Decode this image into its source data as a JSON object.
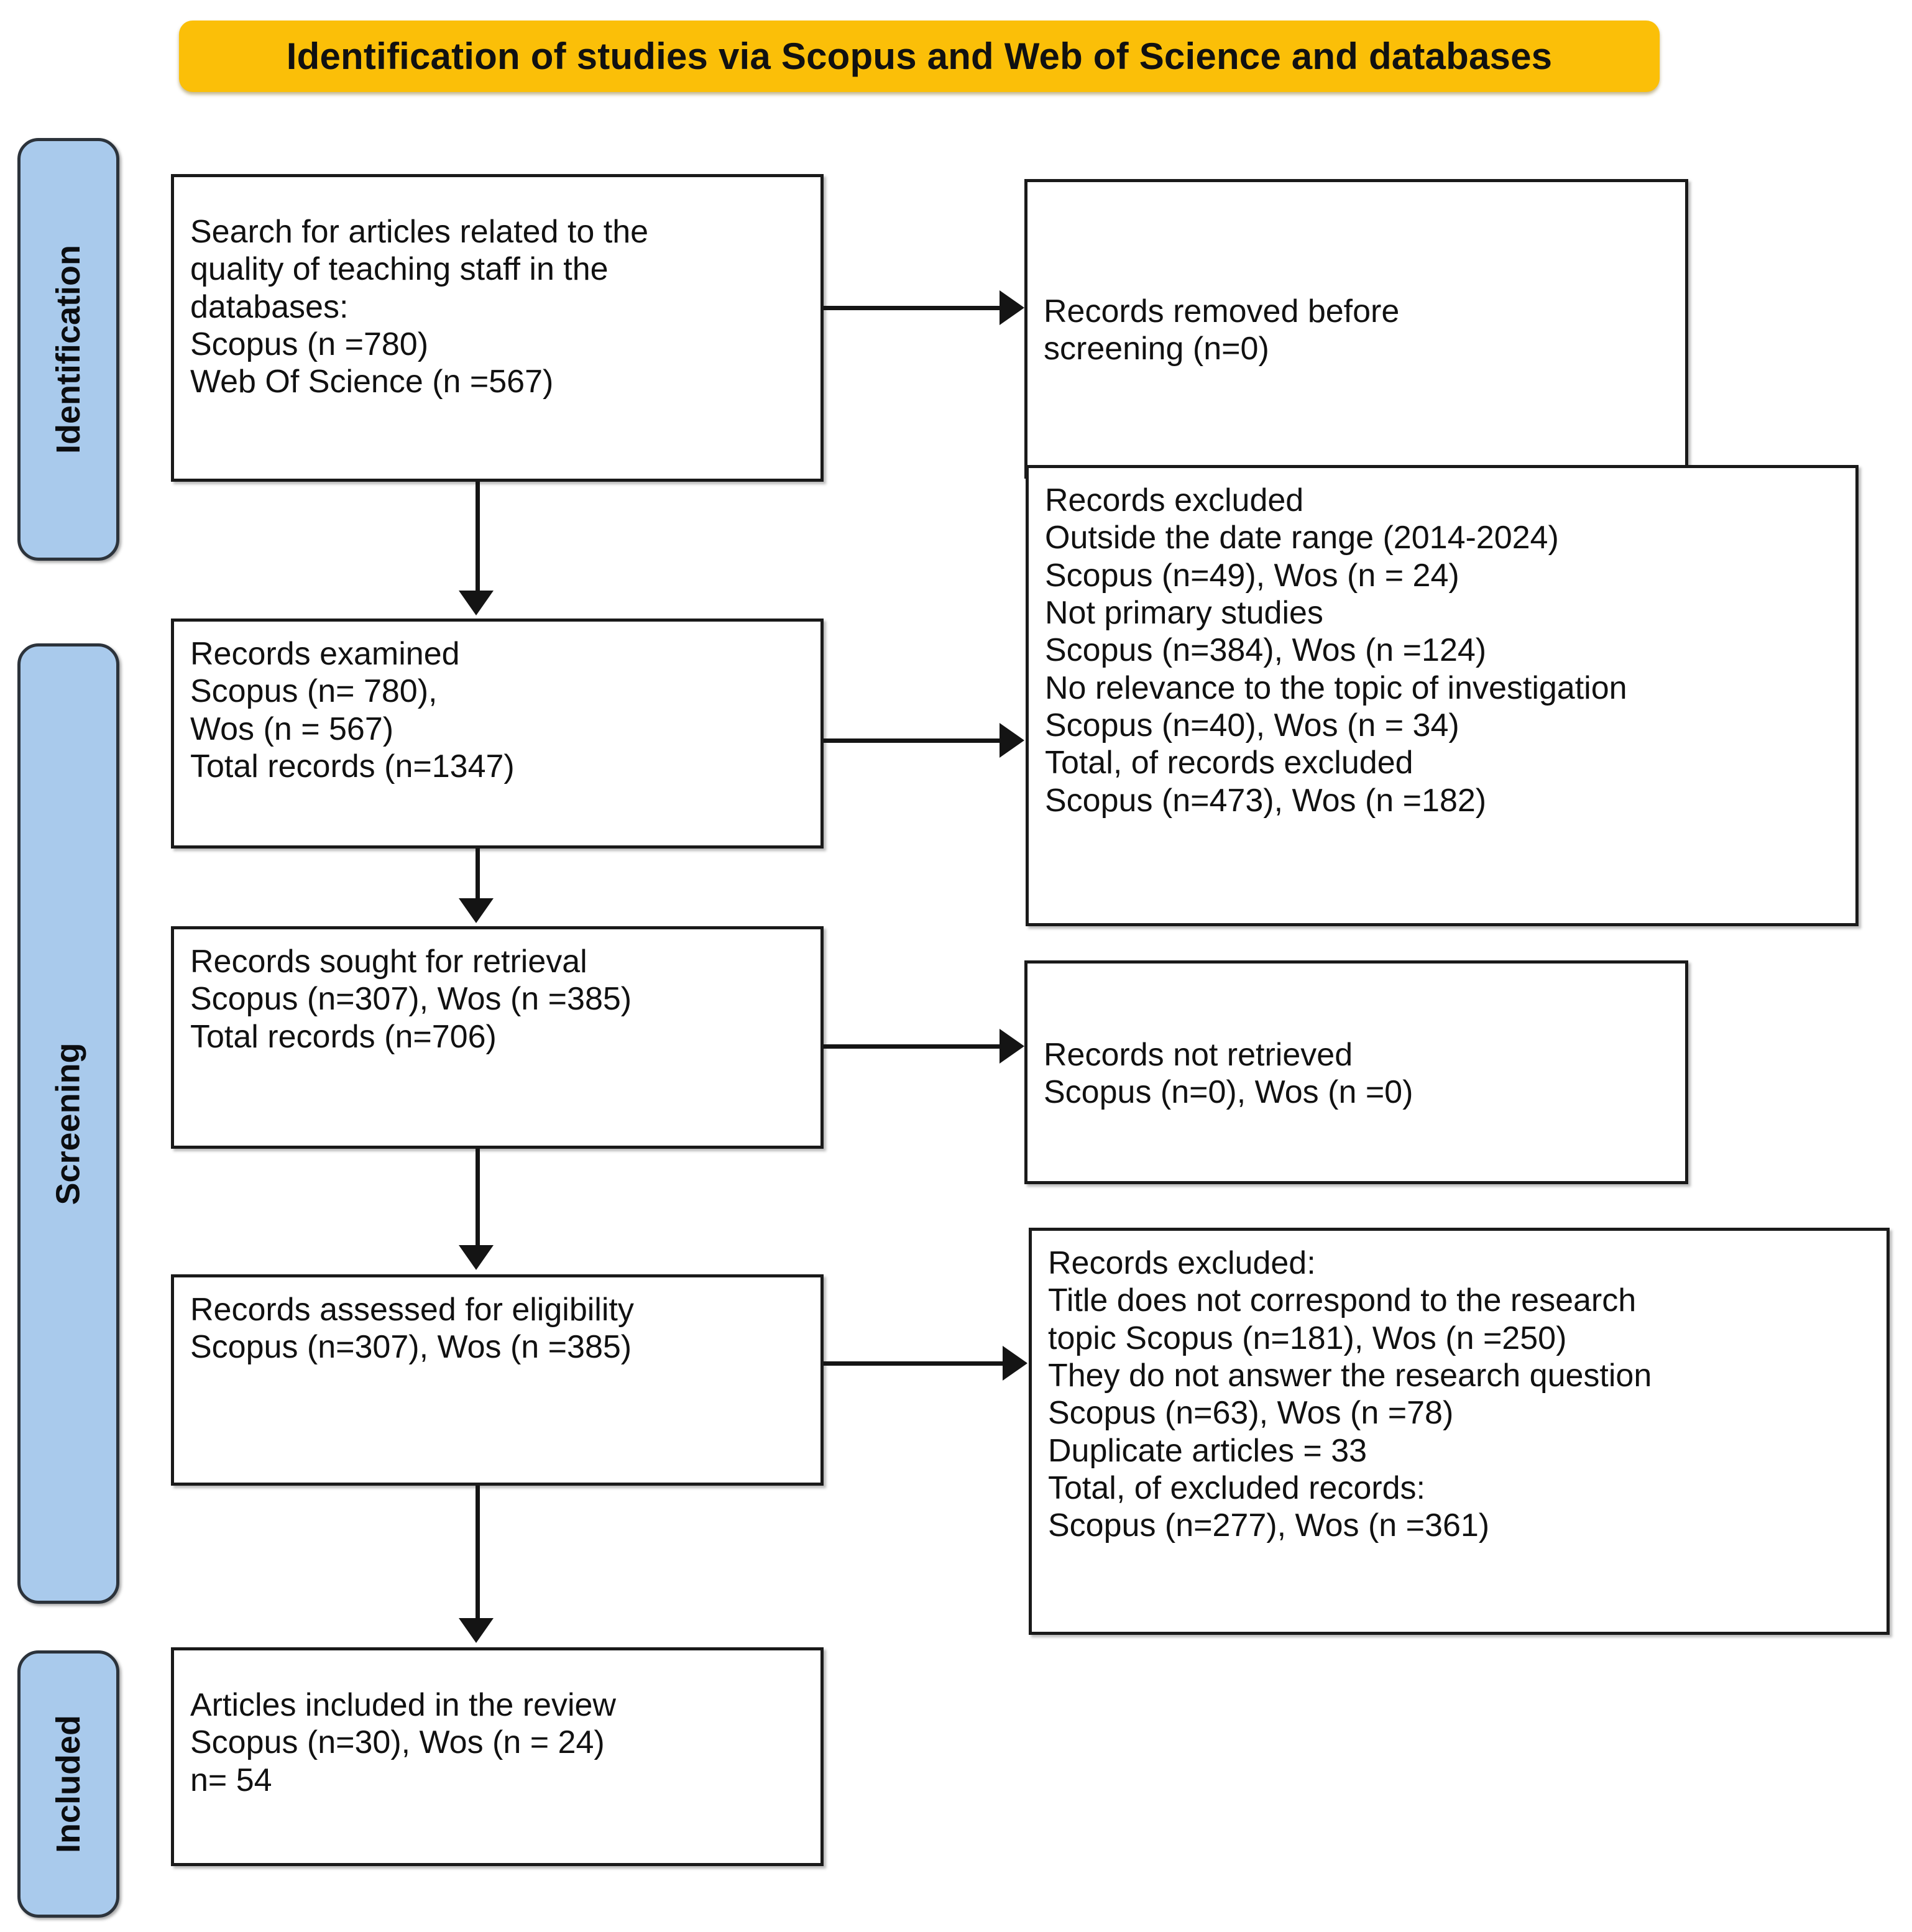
{
  "banner": {
    "title": "Identification of studies via Scopus and Web of Science and databases",
    "color": "#FBBF08"
  },
  "rails": {
    "color": "#A9CAEC",
    "items": [
      {
        "label": "Identification"
      },
      {
        "label": "Screening"
      },
      {
        "label": "Included"
      }
    ]
  },
  "boxes": {
    "identification": {
      "lines": [
        "Search for articles related to the",
        "quality of teaching staff in the",
        "databases:",
        "Scopus (n =780)",
        "Web Of Science (n =567)"
      ]
    },
    "removed": {
      "lines": [
        "Records removed before",
        "screening (n=0)"
      ]
    },
    "examined": {
      "lines": [
        "Records examined",
        "Scopus (n= 780),",
        "Wos (n = 567)",
        "Total records (n=1347)"
      ]
    },
    "excluded_screening": {
      "lines": [
        "Records excluded",
        "Outside the date range (2014-2024)",
        "Scopus (n=49), Wos (n = 24)",
        "Not primary studies",
        "Scopus (n=384), Wos (n =124)",
        "No relevance to the topic of investigation",
        "Scopus (n=40), Wos (n = 34)",
        "Total, of records excluded",
        "Scopus (n=473), Wos (n =182)"
      ]
    },
    "sought": {
      "lines": [
        "Records sought for retrieval",
        "Scopus (n=307), Wos (n =385)",
        "Total records (n=706)"
      ]
    },
    "not_retrieved": {
      "lines": [
        "Records not retrieved",
        "Scopus (n=0), Wos (n =0)"
      ]
    },
    "eligibility": {
      "lines": [
        "Records assessed for eligibility",
        "Scopus (n=307), Wos (n =385)"
      ]
    },
    "excluded_eligibility": {
      "lines": [
        "Records excluded:",
        "Title does not correspond to the research",
        "topic Scopus (n=181), Wos (n =250)",
        "They do not answer the research question",
        "Scopus (n=63), Wos (n =78)",
        "Duplicate articles = 33",
        "Total, of excluded records:",
        "Scopus (n=277), Wos (n =361)"
      ]
    },
    "included": {
      "lines": [
        "Articles included in the review",
        "Scopus (n=30), Wos (n = 24)",
        "n= 54"
      ]
    }
  }
}
